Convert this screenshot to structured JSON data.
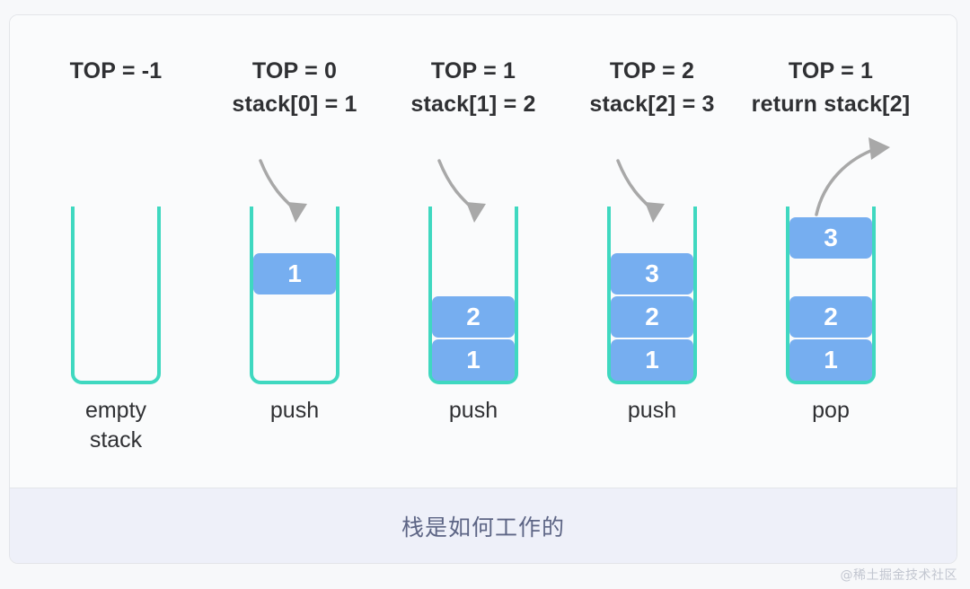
{
  "figure": {
    "caption": "栈是如何工作的",
    "watermark": "@稀土掘金技术社区",
    "colors": {
      "block_fill": "#76aef0",
      "block_text": "#ffffff",
      "tube_stroke": "#3fd8c0",
      "arrow": "#a8a8a8",
      "annotation_text": "#2f3033",
      "caption_text": "#5d6585",
      "caption_bg": "#eef0f9",
      "card_bg": "#fafbfc"
    },
    "steps": [
      {
        "id": "step-empty",
        "annotation": [
          "TOP = -1"
        ],
        "operation": [
          "empty",
          "stack"
        ],
        "arrow": "none",
        "blocks": []
      },
      {
        "id": "step-push-1",
        "annotation": [
          "TOP = 0",
          "stack[0] = 1"
        ],
        "operation": [
          "push"
        ],
        "arrow": "down",
        "blocks": [
          {
            "value": "1",
            "slot": "floating-top"
          }
        ]
      },
      {
        "id": "step-push-2",
        "annotation": [
          "TOP = 1",
          "stack[1] = 2"
        ],
        "operation": [
          "push"
        ],
        "arrow": "down",
        "blocks": [
          {
            "value": "2",
            "slot": "level-1"
          },
          {
            "value": "1",
            "slot": "level-0"
          }
        ]
      },
      {
        "id": "step-push-3",
        "annotation": [
          "TOP = 2",
          "stack[2] = 3"
        ],
        "operation": [
          "push"
        ],
        "arrow": "down",
        "blocks": [
          {
            "value": "3",
            "slot": "level-2"
          },
          {
            "value": "2",
            "slot": "level-1"
          },
          {
            "value": "1",
            "slot": "level-0"
          }
        ]
      },
      {
        "id": "step-pop",
        "annotation": [
          "TOP = 1",
          "return stack[2]"
        ],
        "operation": [
          "pop"
        ],
        "arrow": "up",
        "blocks": [
          {
            "value": "3",
            "slot": "lifted-top"
          },
          {
            "value": "2",
            "slot": "level-1"
          },
          {
            "value": "1",
            "slot": "level-0"
          }
        ]
      }
    ]
  },
  "chart_data": {
    "type": "diagram",
    "title": "栈是如何工作的",
    "subject": "stack data structure push/pop operations",
    "frames": [
      {
        "label": "empty stack",
        "top_index": -1,
        "contents": [],
        "note": "TOP = -1"
      },
      {
        "label": "push",
        "top_index": 0,
        "contents": [
          1
        ],
        "note": "stack[0] = 1"
      },
      {
        "label": "push",
        "top_index": 1,
        "contents": [
          1,
          2
        ],
        "note": "stack[1] = 2"
      },
      {
        "label": "push",
        "top_index": 2,
        "contents": [
          1,
          2,
          3
        ],
        "note": "stack[2] = 3"
      },
      {
        "label": "pop",
        "top_index": 1,
        "contents": [
          1,
          2
        ],
        "note": "return stack[2]",
        "returned": 3
      }
    ]
  }
}
